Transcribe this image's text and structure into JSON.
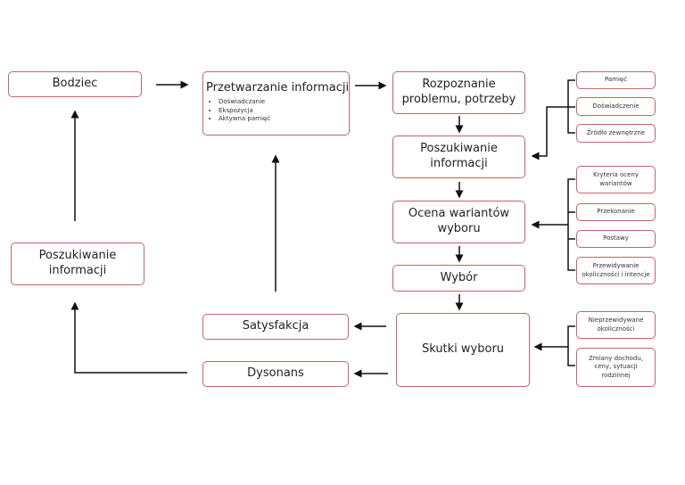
{
  "diagram": {
    "nodes": {
      "bodziec": "Bodziec",
      "przetwarzanie": {
        "title": "Przetwarzanie informacji",
        "bullets": [
          "Doświadczanie",
          "Ekspozycja",
          "Aktywna pamięć"
        ]
      },
      "rozpoznanie": "Rozpoznanie problemu, potrzeby",
      "poszukiwanie_center": "Poszukiwanie informacji",
      "ocena": "Ocena wariantów wyboru",
      "wybor": "Wybór",
      "skutki": "Skutki wyboru",
      "satysfakcja": "Satysfakcja",
      "dysonans": "Dysonans",
      "poszukiwanie_left": "Poszukiwanie informacji"
    },
    "sources": [
      "Pamięć",
      "Doświadczenie",
      "Źródło zewnętrzne"
    ],
    "evaluation_factors": [
      "Kryteria oceny wariantów",
      "Przekonanie",
      "Postawy",
      "Przewidywanie okoliczności i intencje"
    ],
    "outcome_factors": [
      "Nieprzewidywane okoliczności",
      "Zmiany dochodu, ceny, sytuacji rodzinnej"
    ],
    "colors": {
      "border": "#c0666a",
      "arrow": "#111111"
    }
  }
}
